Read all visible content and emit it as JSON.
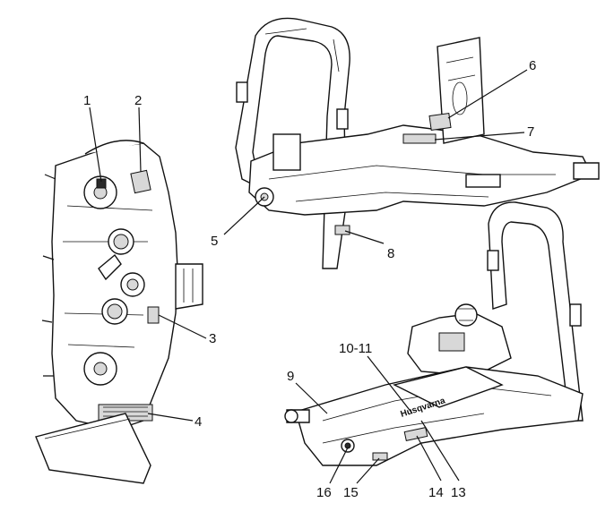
{
  "callouts": [
    {
      "id": "c1",
      "label": "1"
    },
    {
      "id": "c2",
      "label": "2"
    },
    {
      "id": "c3",
      "label": "3"
    },
    {
      "id": "c4",
      "label": "4"
    },
    {
      "id": "c5",
      "label": "5"
    },
    {
      "id": "c6",
      "label": "6"
    },
    {
      "id": "c7",
      "label": "7"
    },
    {
      "id": "c8",
      "label": "8"
    },
    {
      "id": "c9",
      "label": "9"
    },
    {
      "id": "c10",
      "label": "10-11"
    },
    {
      "id": "c13",
      "label": "13"
    },
    {
      "id": "c14",
      "label": "14"
    },
    {
      "id": "c15",
      "label": "15"
    },
    {
      "id": "c16",
      "label": "16"
    }
  ],
  "brand": {
    "logo_text": "Husqvarna"
  }
}
